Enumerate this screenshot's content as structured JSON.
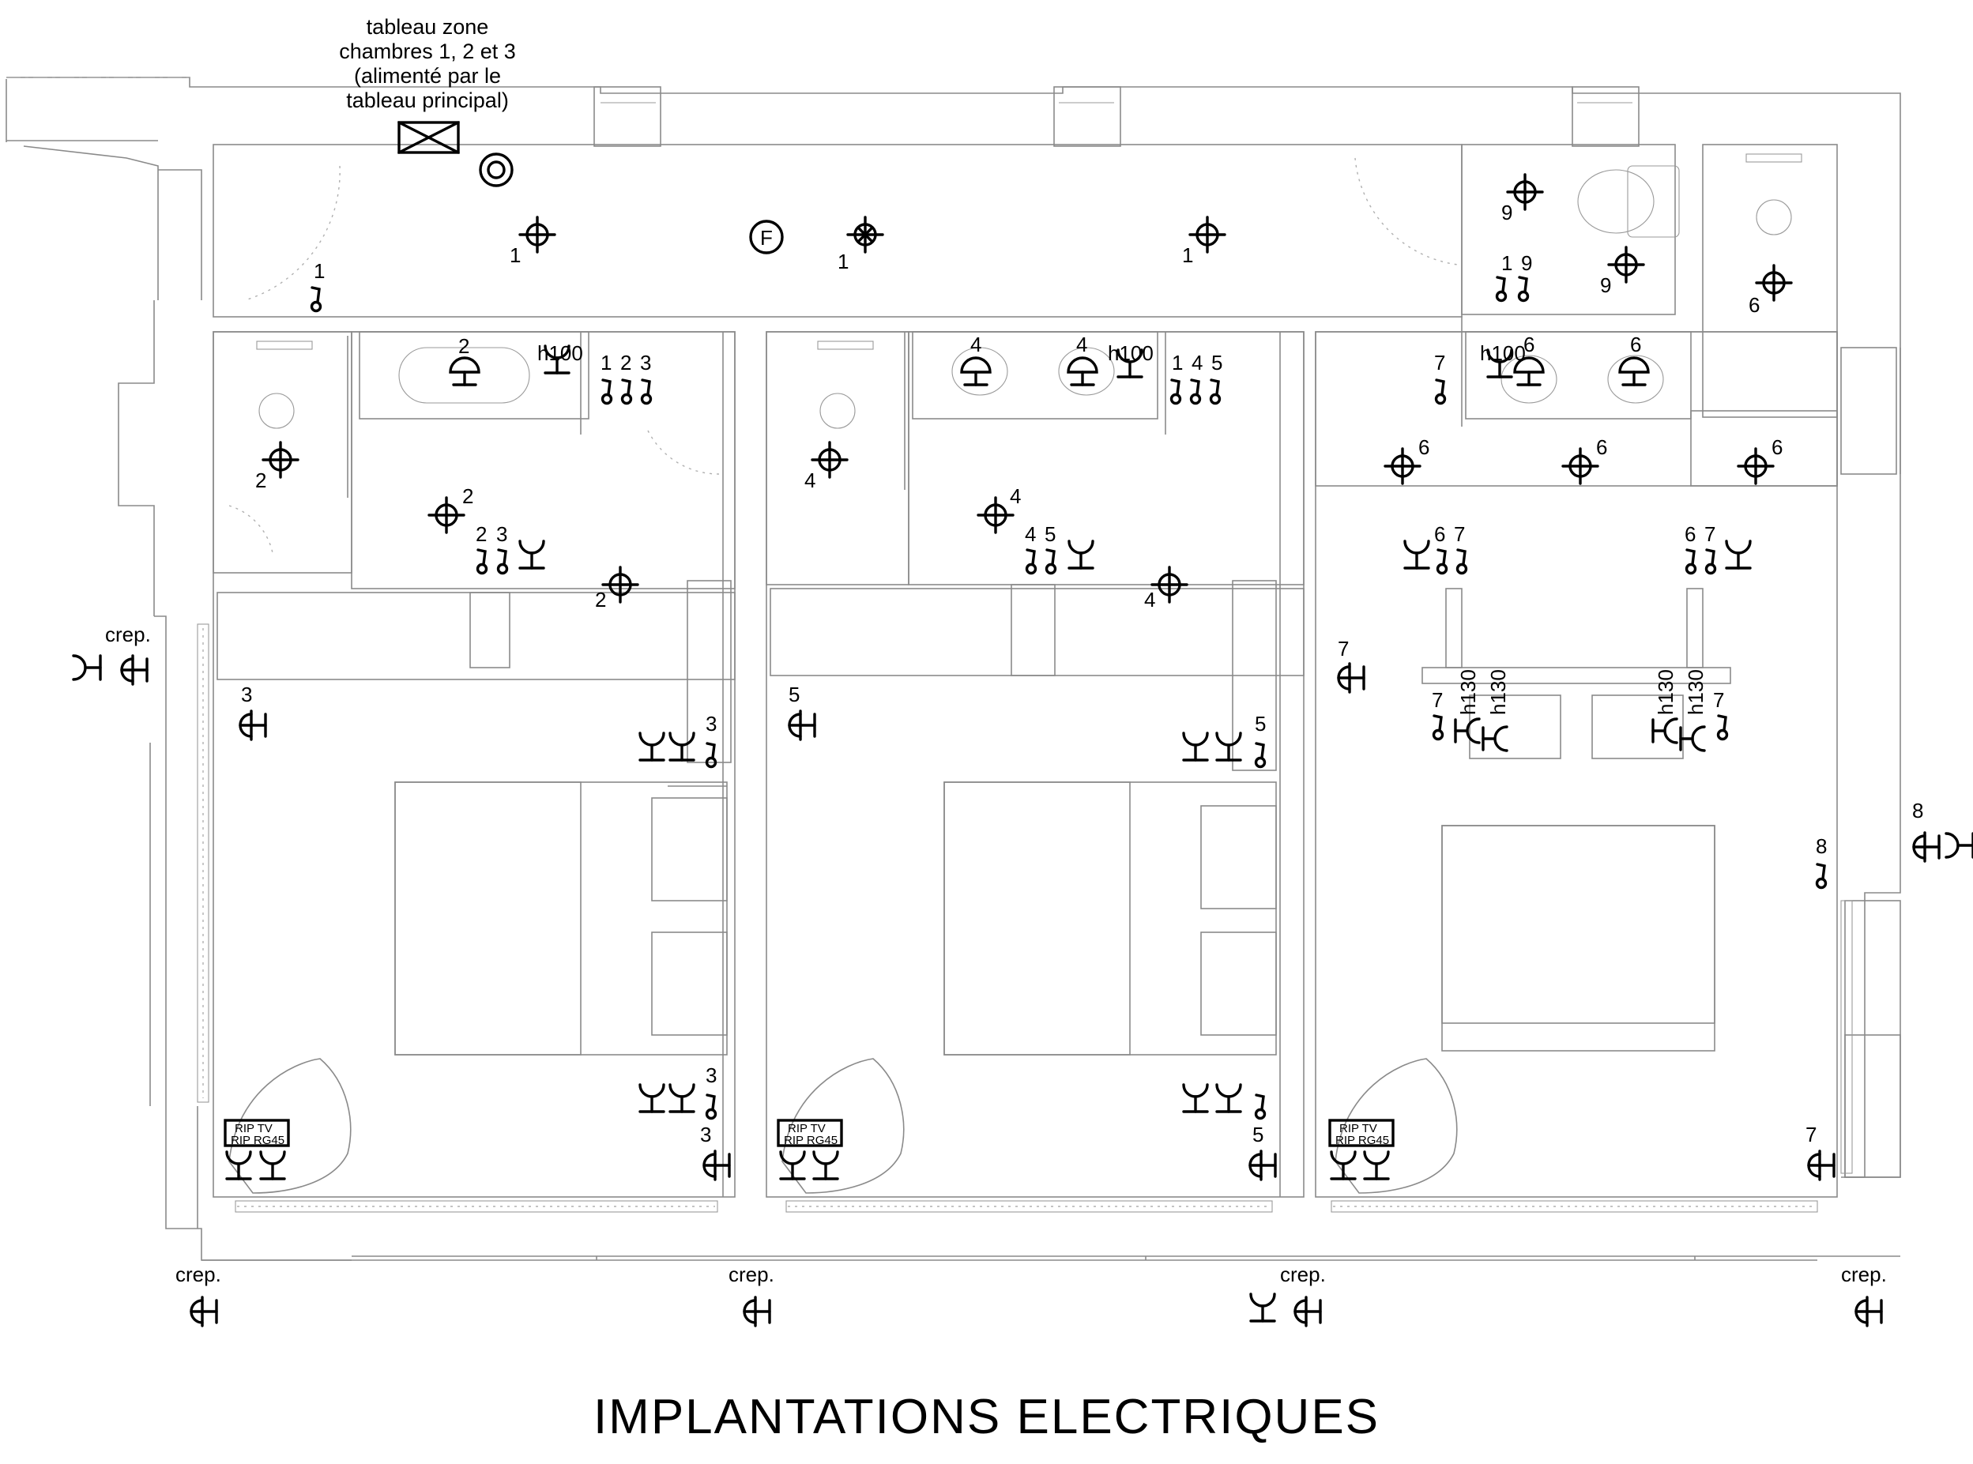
{
  "title": "IMPLANTATIONS ELECTRIQUES",
  "panel_note": [
    "tableau zone",
    "chambres 1, 2 et 3",
    "(alimenté par le",
    "tableau principal)"
  ],
  "labels": {
    "crep": "crep.",
    "h100": "h100",
    "h130": "h130",
    "rip_tv": "RIP  TV",
    "rip_rg45": "RIP  RG45",
    "F": "F"
  },
  "circuits": [
    "1",
    "2",
    "3",
    "4",
    "5",
    "6",
    "7",
    "8",
    "9"
  ],
  "colors": {
    "line": "#000000",
    "wall": "#8a8a8a",
    "hatch": "#b5b5b5"
  }
}
